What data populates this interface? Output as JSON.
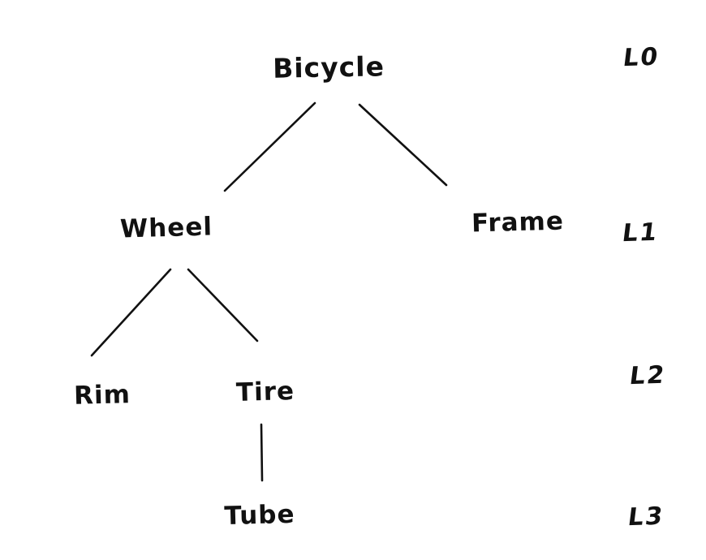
{
  "diagram": {
    "type": "tree",
    "ink_color": "#111111",
    "background_color": "#ffffff",
    "nodes": [
      {
        "id": "bicycle",
        "label": "Bicycle",
        "level": 0
      },
      {
        "id": "wheel",
        "label": "Wheel",
        "level": 1
      },
      {
        "id": "frame",
        "label": "Frame",
        "level": 1
      },
      {
        "id": "rim",
        "label": "Rim",
        "level": 2
      },
      {
        "id": "tire",
        "label": "Tire",
        "level": 2
      },
      {
        "id": "tube",
        "label": "Tube",
        "level": 3
      }
    ],
    "edges": [
      {
        "from": "bicycle",
        "to": "wheel"
      },
      {
        "from": "bicycle",
        "to": "frame"
      },
      {
        "from": "wheel",
        "to": "rim"
      },
      {
        "from": "wheel",
        "to": "tire"
      },
      {
        "from": "tire",
        "to": "tube"
      }
    ],
    "level_labels": [
      {
        "label": "L0"
      },
      {
        "label": "L1"
      },
      {
        "label": "L2"
      },
      {
        "label": "L3"
      }
    ]
  }
}
